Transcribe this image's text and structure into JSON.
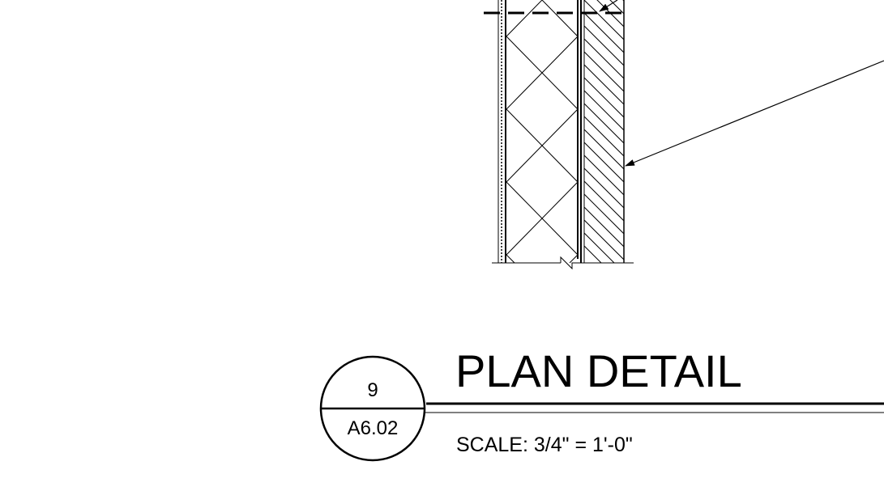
{
  "detail": {
    "number": "9",
    "sheet": "A6.02",
    "title": "PLAN DETAIL",
    "scale": "SCALE: 3/4\" = 1'-0\""
  },
  "colors": {
    "line": "#000000",
    "background": "#ffffff"
  }
}
